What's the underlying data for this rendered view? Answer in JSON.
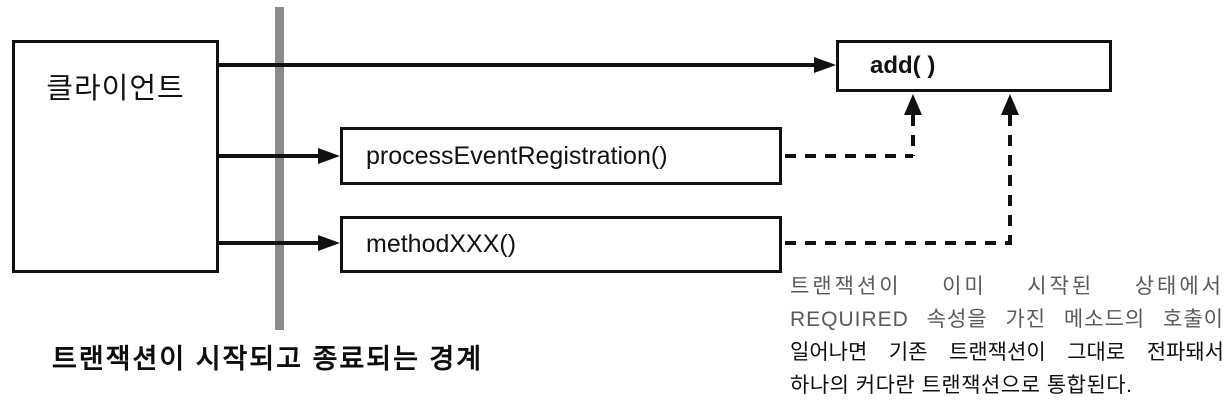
{
  "diagram": {
    "client_label": "클라이언트",
    "add_label": "add( )",
    "process_label": "processEventRegistration()",
    "method_label": "methodXXX()"
  },
  "captions": {
    "boundary": "트랜잭션이 시작되고 종료되는 경계"
  },
  "annotation": {
    "lines": [
      "트랜잭션이 이미 시작된 상태에서",
      "REQUIRED 속성을 가진 메소드의 호출이",
      "일어나면 기존 트랜잭션이 그대로 전파돼서",
      "하나의 커다란 트랜잭션으로 통합된다."
    ]
  },
  "colors": {
    "line": "#111111",
    "boundary_bar": "#8a8a8a",
    "annotation_light": "#5a5a5a",
    "annotation_dark": "#0f0f0f"
  }
}
